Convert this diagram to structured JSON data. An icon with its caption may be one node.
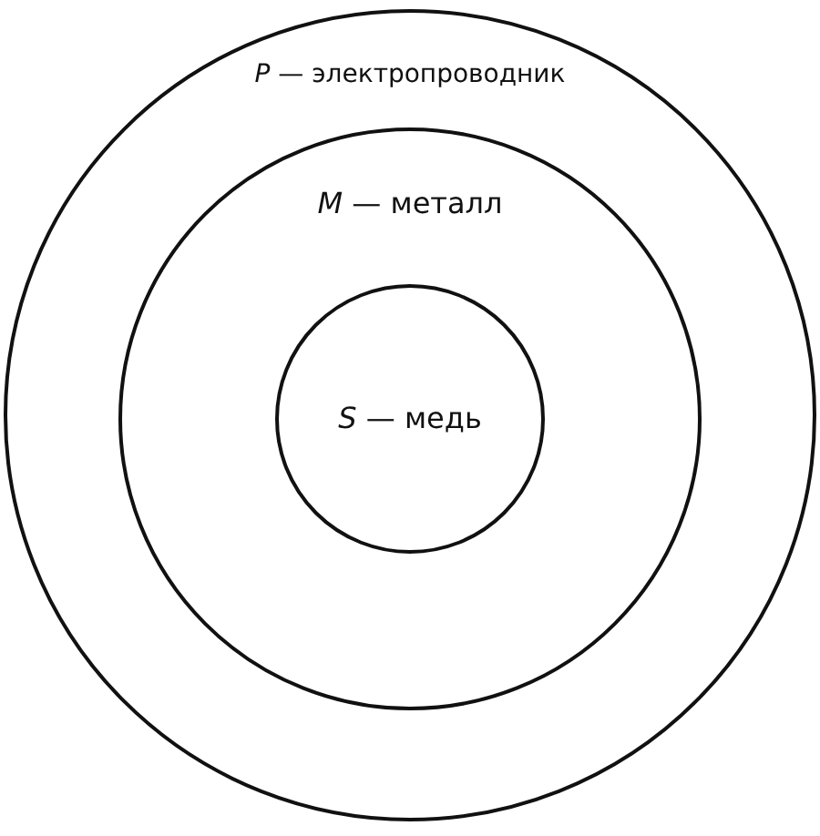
{
  "diagram": {
    "nodes": [
      {
        "text": [
          "*P* — электропроводник"
        ]
      },
      {
        "text": [
          "*M* — металл"
        ],
        "in": 0
      },
      {
        "text": [
          "*S* — медь"
        ],
        "in": 1
      }
    ]
  }
}
